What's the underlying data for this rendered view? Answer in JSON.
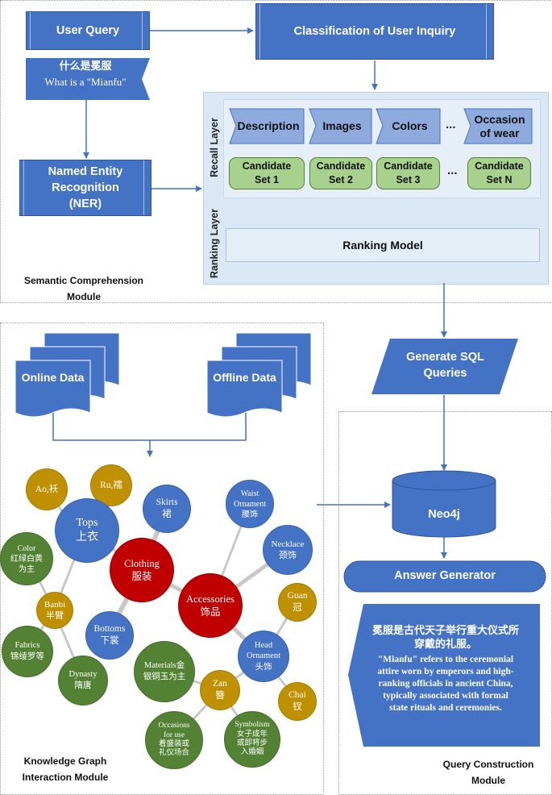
{
  "semantic": {
    "user_query": "User Query",
    "query_zh": "什么是冕服",
    "query_en": "What is a \"Mianfu\"",
    "ner_line1": "Named Entity",
    "ner_line2": "Recognition",
    "ner_line3": "(NER)",
    "classification": "Classification of User Inquiry",
    "recall_layer": "Recall Layer",
    "ranking_layer": "Ranking Layer",
    "recall_tabs": {
      "description": "Description",
      "images": "Images",
      "colors": "Colors",
      "ellipsis": "...",
      "occasion_1": "Occasion",
      "occasion_2": "of wear"
    },
    "candidates": {
      "c1_a": "Candidate",
      "c1_b": "Set 1",
      "c2_a": "Candidate",
      "c2_b": "Set 2",
      "c3_a": "Candidate",
      "c3_b": "Set 3",
      "ellipsis": "...",
      "cn_a": "Candidate",
      "cn_b": "Set N"
    },
    "ranking_model": "Ranking Model",
    "module_line1": "Semantic Comprehension",
    "module_line2": "Module"
  },
  "knowledge": {
    "online_data": "Online Data",
    "offline_data": "Offline Data",
    "module_line1": "Knowledge Graph",
    "module_line2": "Interaction Module",
    "nodes": {
      "ao": "Ao,袄",
      "ru": "Ru,襦",
      "tops_en": "Tops",
      "tops_zh": "上衣",
      "skirts_en": "Skirts",
      "skirts_zh": "裙",
      "waist_1": "Waist",
      "waist_2": "Ornament",
      "waist_zh": "腰饰",
      "necklace_en": "Necklace",
      "necklace_zh": "颈饰",
      "color_en": "Color",
      "color_zh1": "红绿白黄",
      "color_zh2": "为主",
      "clothing_en": "Clothing",
      "clothing_zh": "服装",
      "accessories_en": "Accessories",
      "accessories_zh": "饰品",
      "guan_en": "Guan",
      "guan_zh": "冠",
      "banbi_en": "Banbi",
      "banbi_zh": "半臂",
      "bottoms_en": "Bottoms",
      "bottoms_zh": "下裳",
      "head_1": "Head",
      "head_2": "Ornament",
      "head_zh": "头饰",
      "fabrics_en": "Fabrics",
      "fabrics_zh": "锦绫罗等",
      "dynasty_en": "Dynasty",
      "dynasty_zh": "隋唐",
      "materials_1": "Materials金",
      "materials_2": "银铜玉为主",
      "zan_en": "Zan",
      "zan_zh": "簪",
      "chai_en": "Chai",
      "chai_zh": "钗",
      "occ_1": "Occasions",
      "occ_2": "for use",
      "occ_3": "着盛装或",
      "occ_4": "礼仪场合",
      "sym_1": "Symbolism",
      "sym_2": "女子成年",
      "sym_3": "或即将步",
      "sym_4": "入婚姻"
    }
  },
  "query": {
    "generate_sql_1": "Generate SQL",
    "generate_sql_2": "Queries",
    "neo4j": "Neo4j",
    "answer_generator": "Answer Generator",
    "answer_zh_1": "冕服是古代天子举行重大仪式所",
    "answer_zh_2": "穿戴的礼服。",
    "answer_en_1": "\"Mianfu\"  refers to the ceremonial",
    "answer_en_2": "attire worn by emperors and high-",
    "answer_en_3": "ranking officials in ancient China,",
    "answer_en_4": "typically associated with formal",
    "answer_en_5": "state rituals and ceremonies.",
    "module_line1": "Query Construction",
    "module_line2": "Module"
  },
  "colors": {
    "primary_blue": "#4472c4",
    "light_blue": "#8faadc",
    "candidate_green": "#a9d18e",
    "clothing_red": "#c00000",
    "gold": "#bf9000",
    "green": "#548235"
  }
}
